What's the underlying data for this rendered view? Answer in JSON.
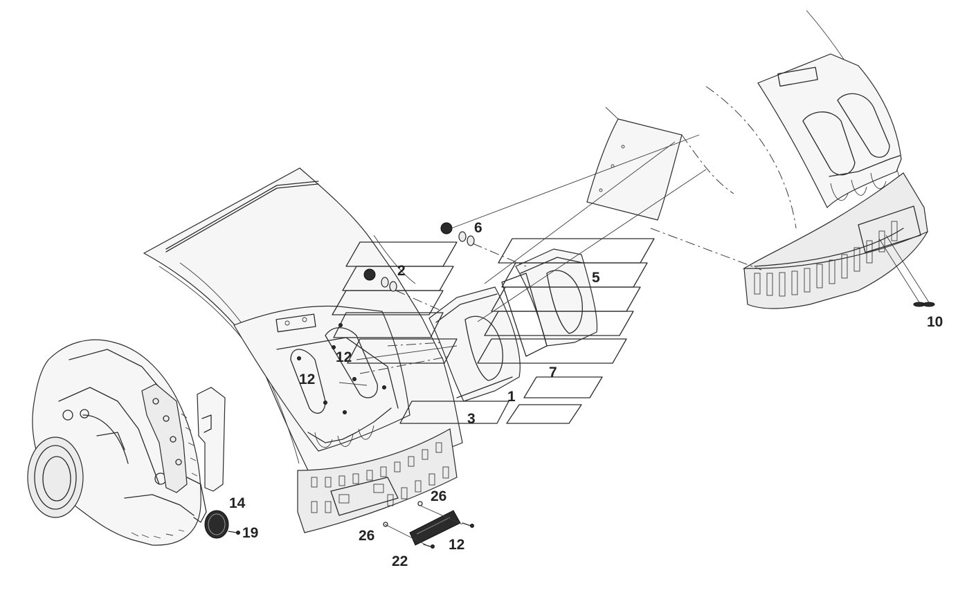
{
  "callouts": {
    "c1": "1",
    "c2": "2",
    "c3": "3",
    "c5": "5",
    "c6": "6",
    "c7": "7",
    "c10": "10",
    "c12a": "12",
    "c12b": "12",
    "c12c": "12",
    "c14": "14",
    "c19": "19",
    "c22": "22",
    "c26a": "26",
    "c26b": "26"
  },
  "colors": {
    "line": "#2a2a2a",
    "label": "#222222",
    "background": "#ffffff"
  }
}
